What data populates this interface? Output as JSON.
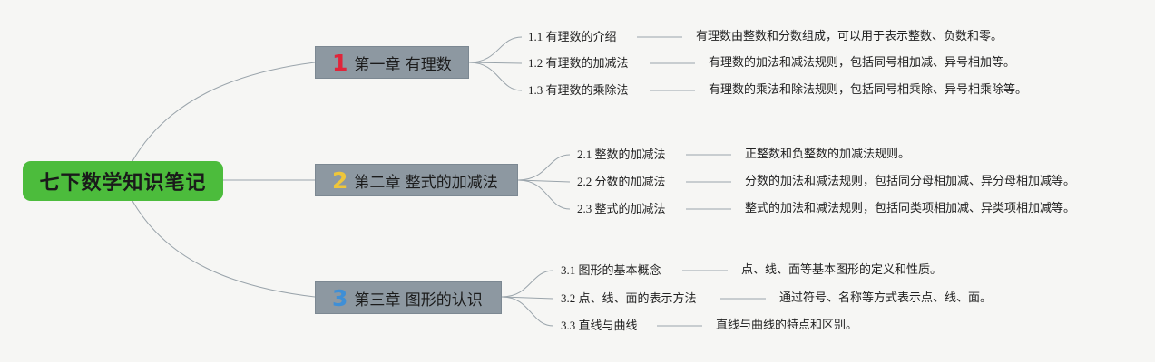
{
  "root": {
    "title": "七下数学知识笔记"
  },
  "colors": {
    "root_bg": "#4cbc3c",
    "chapter_bg": "#8d98a1",
    "num_1": "#e0253a",
    "num_2": "#efc63a",
    "num_3": "#3f8fd6",
    "line": "#9aa4ab"
  },
  "chapters": [
    {
      "num": "1",
      "title": "第一章 有理数",
      "sections": [
        {
          "label": "1.1 有理数的介绍",
          "desc": "有理数由整数和分数组成，可以用于表示整数、负数和零。"
        },
        {
          "label": "1.2 有理数的加减法",
          "desc": "有理数的加法和减法规则，包括同号相加减、异号相加等。"
        },
        {
          "label": "1.3 有理数的乘除法",
          "desc": "有理数的乘法和除法规则，包括同号相乘除、异号相乘除等。"
        }
      ]
    },
    {
      "num": "2",
      "title": "第二章 整式的加减法",
      "sections": [
        {
          "label": "2.1 整数的加减法",
          "desc": "正整数和负整数的加减法规则。"
        },
        {
          "label": "2.2 分数的加减法",
          "desc": "分数的加法和减法规则，包括同分母相加减、异分母相加减等。"
        },
        {
          "label": "2.3 整式的加减法",
          "desc": "整式的加法和减法规则，包括同类项相加减、异类项相加减等。"
        }
      ]
    },
    {
      "num": "3",
      "title": "第三章 图形的认识",
      "sections": [
        {
          "label": "3.1 图形的基本概念",
          "desc": "点、线、面等基本图形的定义和性质。"
        },
        {
          "label": "3.2 点、线、面的表示方法",
          "desc": "通过符号、名称等方式表示点、线、面。"
        },
        {
          "label": "3.3 直线与曲线",
          "desc": "直线与曲线的特点和区别。"
        }
      ]
    }
  ]
}
